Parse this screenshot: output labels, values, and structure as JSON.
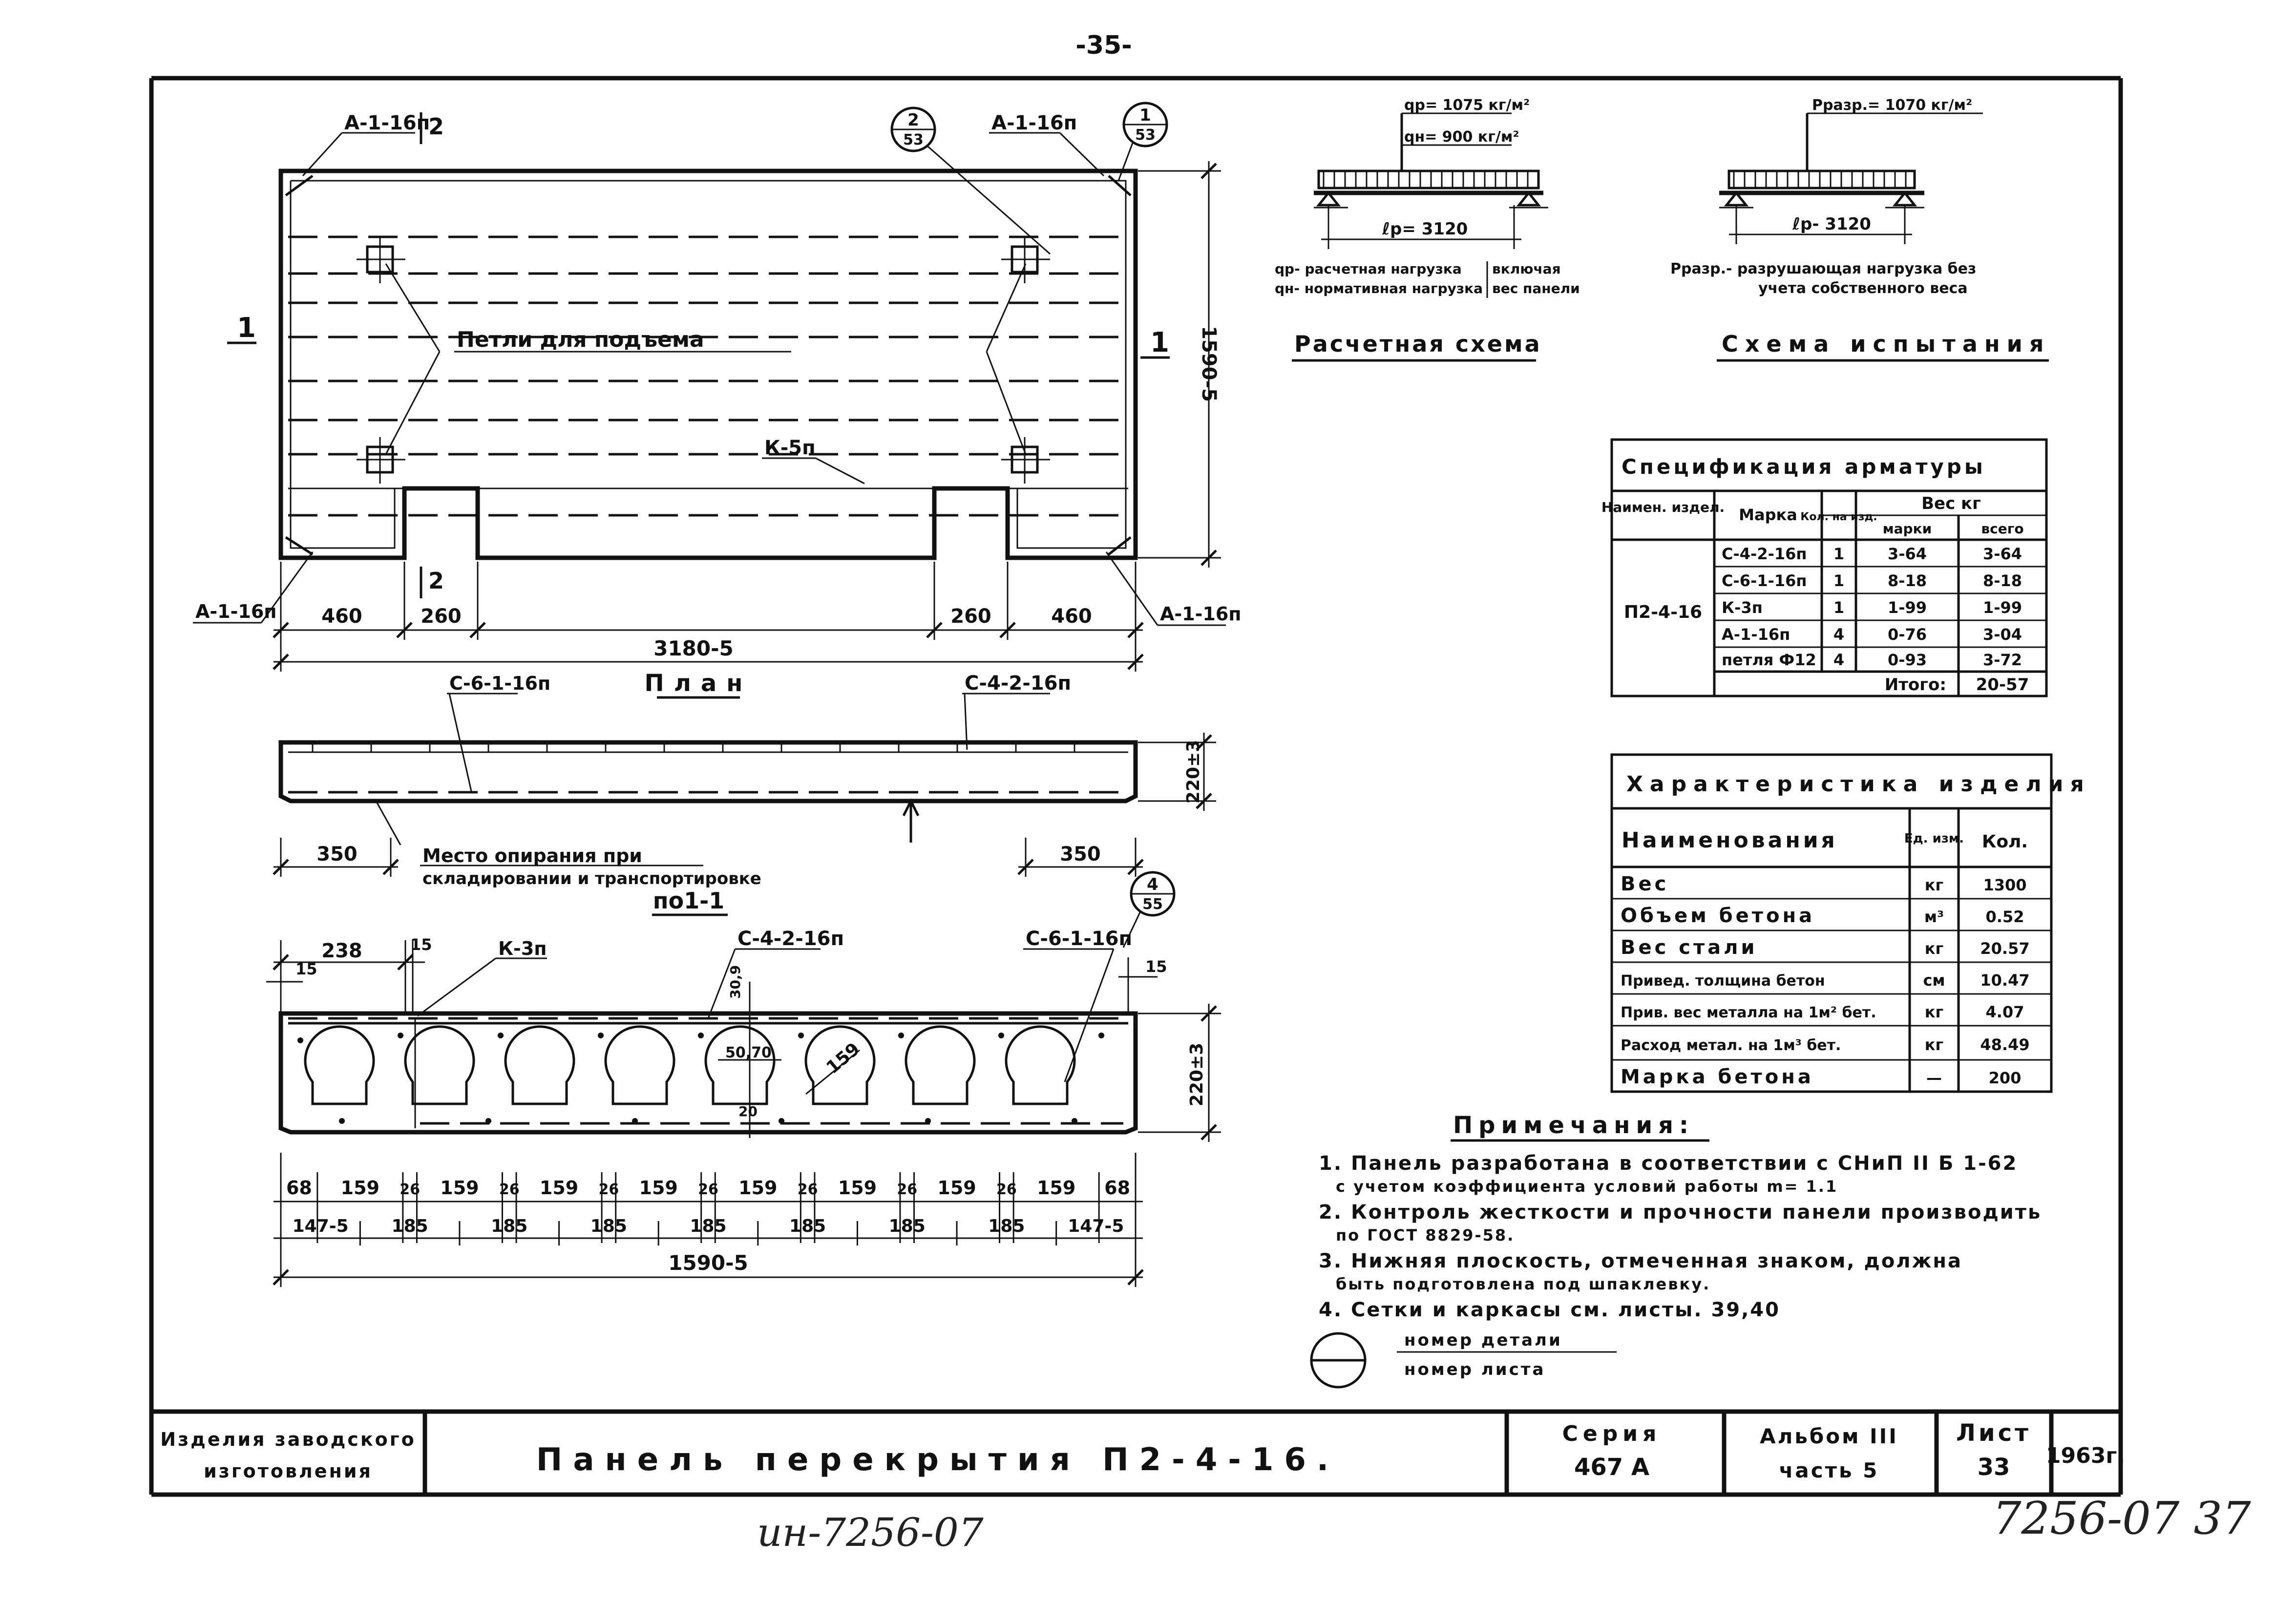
{
  "page_number": "-35-",
  "plan": {
    "label_a_top_left": "А-1-16п",
    "section_mark_top": "2",
    "section_mark_bottom": "2",
    "callout_top_center": {
      "num": "2",
      "sheet": "53"
    },
    "label_a_top_right": "А-1-16п",
    "callout_top_right": {
      "num": "1",
      "sheet": "53"
    },
    "section_left": "1",
    "section_right": "1",
    "loops_label": "Петли для подъема",
    "k_label": "К-5п",
    "height_dim": "1590-5",
    "label_a_bottom_left": "А-1-16п",
    "label_a_bottom_right": "А-1-16п",
    "dim_460_left": "460",
    "dim_260_left": "260",
    "dim_260_right": "260",
    "dim_460_right": "460",
    "length_dim": "3180-5",
    "title": "План"
  },
  "side_view": {
    "label_c6": "С-6-1-16п",
    "label_c4": "С-4-2-16п",
    "height_dim": "220±3",
    "dim_350_left": "350",
    "dim_350_right": "350",
    "support_note_1": "Место опирания при",
    "support_note_2": "складировании и транспортировке"
  },
  "section": {
    "title": "по1-1",
    "dim_238": "238",
    "dim_15_top": "15",
    "dim_15_left": "15",
    "dim_15_right": "15",
    "label_k3": "К-3п",
    "label_c4": "С-4-2-16п",
    "label_c6": "С-6-1-16п",
    "callout": {
      "num": "4",
      "sheet": "55"
    },
    "dim_309": "30,9",
    "dim_5070": "50,70",
    "dim_20": "20",
    "dim_159_void": "159",
    "height_dim": "220±3",
    "bottom_row1": [
      "68",
      "159",
      "26",
      "159",
      "26",
      "159",
      "26",
      "159",
      "26",
      "159",
      "26",
      "159",
      "26",
      "159",
      "26",
      "159",
      "68"
    ],
    "bottom_row2": [
      "147-5",
      "185",
      "185",
      "185",
      "185",
      "185",
      "185",
      "185",
      "147-5"
    ],
    "total_dim": "1590-5"
  },
  "calc_scheme": {
    "q_p": "qр= 1075 кг/м²",
    "q_n": "qн= 900 кг/м²",
    "span": "ℓр= 3120",
    "legend_1": "qр- расчетная нагрузка",
    "legend_2": "qн- нормативная нагрузка",
    "legend_3": "включая",
    "legend_4": "вес панели",
    "title": "Расчетная схема"
  },
  "test_scheme": {
    "p": "Рразр.= 1070 кг/м²",
    "span": "ℓр- 3120",
    "legend_1": "Рразр.- разрушающая нагрузка без",
    "legend_2": "учета собственного веса",
    "title": "Схема испытания"
  },
  "spec": {
    "title": "Спецификация арматуры",
    "h_name": "Наимен. издел.",
    "h_mark": "Марка",
    "h_qty": "Кол. на изд.",
    "h_weight": "Вес кг",
    "h_w_mark": "марки",
    "h_w_total": "всего",
    "item": "П2-4-16",
    "rows": [
      {
        "mark": "С-4-2-16п",
        "qty": "1",
        "w": "3-64",
        "total": "3-64"
      },
      {
        "mark": "С-6-1-16п",
        "qty": "1",
        "w": "8-18",
        "total": "8-18"
      },
      {
        "mark": "К-3п",
        "qty": "1",
        "w": "1-99",
        "total": "1-99"
      },
      {
        "mark": "А-1-16п",
        "qty": "4",
        "w": "0-76",
        "total": "3-04"
      },
      {
        "mark": "петля Ф12",
        "qty": "4",
        "w": "0-93",
        "total": "3-72"
      }
    ],
    "total_label": "Итого:",
    "total_value": "20-57"
  },
  "chars": {
    "title": "Характеристика изделия",
    "h_name": "Наименования",
    "h_unit": "Ед. изм.",
    "h_qty": "Кол.",
    "rows": [
      {
        "name": "Вес",
        "unit": "кг",
        "value": "1300"
      },
      {
        "name": "Объем бетона",
        "unit": "м³",
        "value": "0.52"
      },
      {
        "name": "Вес стали",
        "unit": "кг",
        "value": "20.57"
      },
      {
        "name": "Привед. толщина бетон",
        "unit": "см",
        "value": "10.47"
      },
      {
        "name": "Прив. вес металла на 1м² бет.",
        "unit": "кг",
        "value": "4.07"
      },
      {
        "name": "Расход метал. на 1м³ бет.",
        "unit": "кг",
        "value": "48.49"
      },
      {
        "name": "Марка бетона",
        "unit": "—",
        "value": "200"
      }
    ]
  },
  "notes": {
    "title": "Примечания:",
    "lines": [
      "1. Панель разработана в соответствии с СНиП II Б 1-62",
      "с учетом коэффициента условий работы m= 1.1",
      "2. Контроль жесткости и прочности панели производить",
      "по ГОСТ 8829-58.",
      "3. Нижняя плоскость, отмеченная знаком, должна",
      "быть подготовлена под шпаклевку.",
      "4. Сетки и каркасы см. листы. 39,40"
    ],
    "legend_top": "номер детали",
    "legend_bottom": "номер листа"
  },
  "title_block": {
    "left_1": "Изделия заводского",
    "left_2": "изготовления",
    "main": "Панель перекрытия  П2-4-16.",
    "series_label": "Серия",
    "series_value": "467 А",
    "album": "Альбом III",
    "part": "часть 5",
    "sheet_label": "Лист",
    "sheet_value": "33",
    "year": "1963г."
  },
  "handwritten_left": "ин-7256-07",
  "handwritten_right": "7256-07  37"
}
